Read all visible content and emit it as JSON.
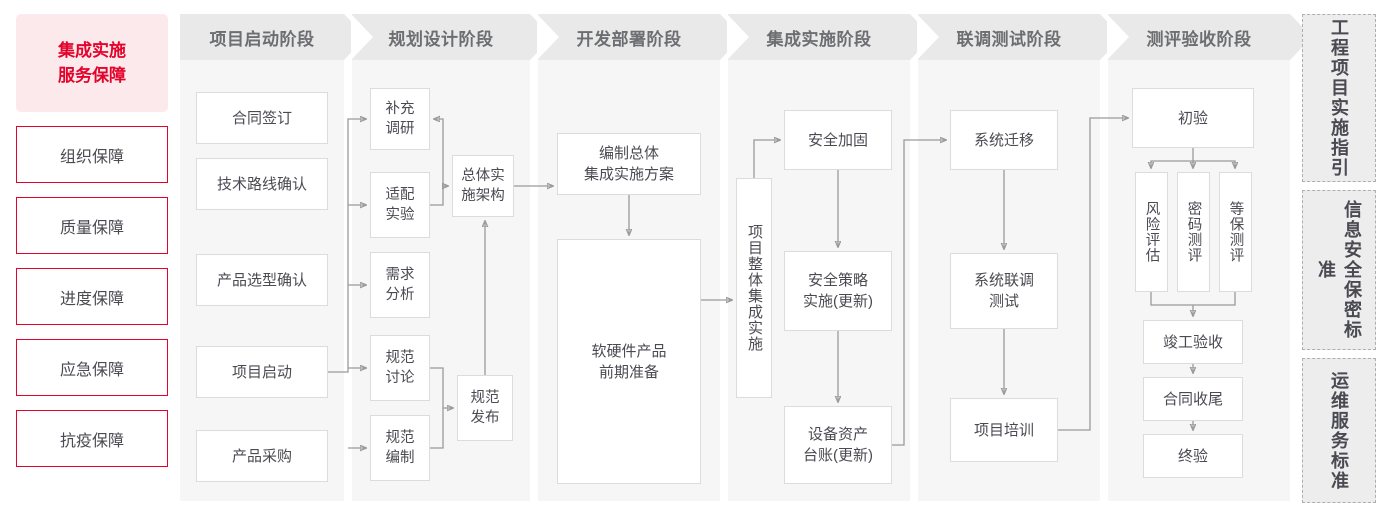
{
  "left_rail": {
    "title": "集成实施\n服务保障",
    "title_lines": [
      "集成实施",
      "服务保障"
    ],
    "items": [
      {
        "label": "组织保障"
      },
      {
        "label": "质量保障"
      },
      {
        "label": "进度保障"
      },
      {
        "label": "应急保障"
      },
      {
        "label": "抗疫保障"
      }
    ],
    "accent_color": "#e3032b",
    "title_bg": "#fbe9ec"
  },
  "phases": [
    {
      "header": "项目启动阶段",
      "nodes": [
        {
          "label": "合同签订"
        },
        {
          "label": "技术路线确认"
        },
        {
          "label": "产品选型确认"
        },
        {
          "label": "项目启动"
        },
        {
          "label": "产品采购"
        }
      ]
    },
    {
      "header": "规划设计阶段",
      "nodes": [
        {
          "label": "补充\n调研",
          "lines": [
            "补充",
            "调研"
          ]
        },
        {
          "label": "适配\n实验",
          "lines": [
            "适配",
            "实验"
          ]
        },
        {
          "label": "需求\n分析",
          "lines": [
            "需求",
            "分析"
          ]
        },
        {
          "label": "规范\n讨论",
          "lines": [
            "规范",
            "讨论"
          ]
        },
        {
          "label": "规范\n编制",
          "lines": [
            "规范",
            "编制"
          ]
        },
        {
          "label": "总体实\n施架构",
          "lines": [
            "总体实",
            "施架构"
          ]
        },
        {
          "label": "规范\n发布",
          "lines": [
            "规范",
            "发布"
          ]
        }
      ]
    },
    {
      "header": "开发部署阶段",
      "nodes": [
        {
          "label": "编制总体\n集成实施方案",
          "lines": [
            "编制总体",
            "集成实施方案"
          ]
        },
        {
          "label": "软硬件产品\n前期准备",
          "lines": [
            "软硬件产品",
            "前期准备"
          ]
        }
      ]
    },
    {
      "header": "集成实施阶段",
      "nodes": [
        {
          "label": "项目整体集成实施",
          "vertical": true
        },
        {
          "label": "安全加固"
        },
        {
          "label": "安全策略\n实施(更新)",
          "lines": [
            "安全策略",
            "实施(更新)"
          ]
        },
        {
          "label": "设备资产\n台账(更新)",
          "lines": [
            "设备资产",
            "台账(更新)"
          ]
        }
      ]
    },
    {
      "header": "联调测试阶段",
      "nodes": [
        {
          "label": "系统迁移"
        },
        {
          "label": "系统联调\n测试",
          "lines": [
            "系统联调",
            "测试"
          ]
        },
        {
          "label": "项目培训"
        }
      ]
    },
    {
      "header": "测评验收阶段",
      "nodes": [
        {
          "label": "初验"
        },
        {
          "label": "风险评估",
          "vertical": true
        },
        {
          "label": "密码测评",
          "vertical": true
        },
        {
          "label": "等保测评",
          "vertical": true
        },
        {
          "label": "竣工验收"
        },
        {
          "label": "合同收尾"
        },
        {
          "label": "终验"
        }
      ]
    }
  ],
  "right_rail": [
    {
      "label": "工程项目实施指引"
    },
    {
      "label": "信息安全保密标准"
    },
    {
      "label": "运维服务标准"
    }
  ]
}
